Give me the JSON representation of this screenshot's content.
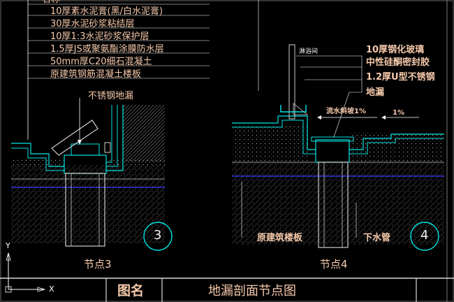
{
  "layers_left": [
    "名称",
    "10厚素水泥膏(黑/白水泥膏)",
    "30厚水泥砂浆粘结层",
    "10厚1:3水泥砂浆保护层",
    "1.5厚JS或聚氨酯涂膜防水层",
    "50mm厚C20细石混凝土",
    "原建筑钢筋混凝土楼板"
  ],
  "left_drain_label": "不锈钢地漏",
  "right_labels": {
    "shower": "淋浴间",
    "glass": "10厚钢化玻璃",
    "sealant": "中性硅酮密封胶",
    "ushape": "1.2厚U型不锈钢",
    "drain": "地漏",
    "slope": "流水斜坡1%",
    "slope_pct": "1%",
    "slab": "原建筑楼板",
    "pipe": "下水管"
  },
  "nodes": [
    {
      "number": "3",
      "caption": "节点3"
    },
    {
      "number": "4",
      "caption": "节点4"
    }
  ],
  "title_block": {
    "label": "图名",
    "title": "地漏剖面节点图"
  },
  "axes": {
    "x": "X",
    "y": "Y"
  },
  "colors": {
    "background": "#000000",
    "text": "#f6c9ab",
    "structure": "#00e5e5",
    "leader": "#ffffff",
    "water_level": "#3a3aff",
    "frame": "#d8d8d8"
  }
}
